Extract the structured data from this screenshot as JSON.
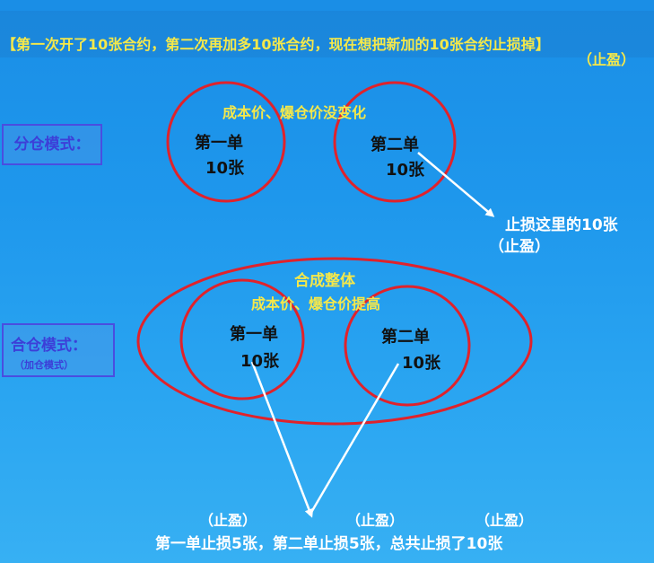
{
  "title_line1": "【第一次开了10张合约，第二次再加多10张合约，现在想把新加的10张合约止损掉】",
  "title_line2": "（止盈）",
  "split_mode": {
    "label": "分仓模式：",
    "note": "成本价、爆仓价没变化",
    "order1_name": "第一单",
    "order1_qty": "10张",
    "order2_name": "第二单",
    "order2_qty": "10张",
    "stop_text": "止损这里的10张",
    "stop_sub": "（止盈）"
  },
  "merge_mode": {
    "label": "合仓模式：",
    "sublabel": "（加仓模式）",
    "merged_title": "合成整体",
    "note": "成本价、爆仓价提高",
    "order1_name": "第一单",
    "order1_qty": "10张",
    "order2_name": "第二单",
    "order2_qty": "10张"
  },
  "bottom": {
    "tp1": "（止盈）",
    "tp2": "（止盈）",
    "tp3": "（止盈）",
    "summary": "第一单止损5张，第二单止损5张，总共止损了10张"
  },
  "colors": {
    "circle": "#e0222b",
    "yellow_text": "#f5e84a",
    "box_border": "#4a4ee0"
  }
}
